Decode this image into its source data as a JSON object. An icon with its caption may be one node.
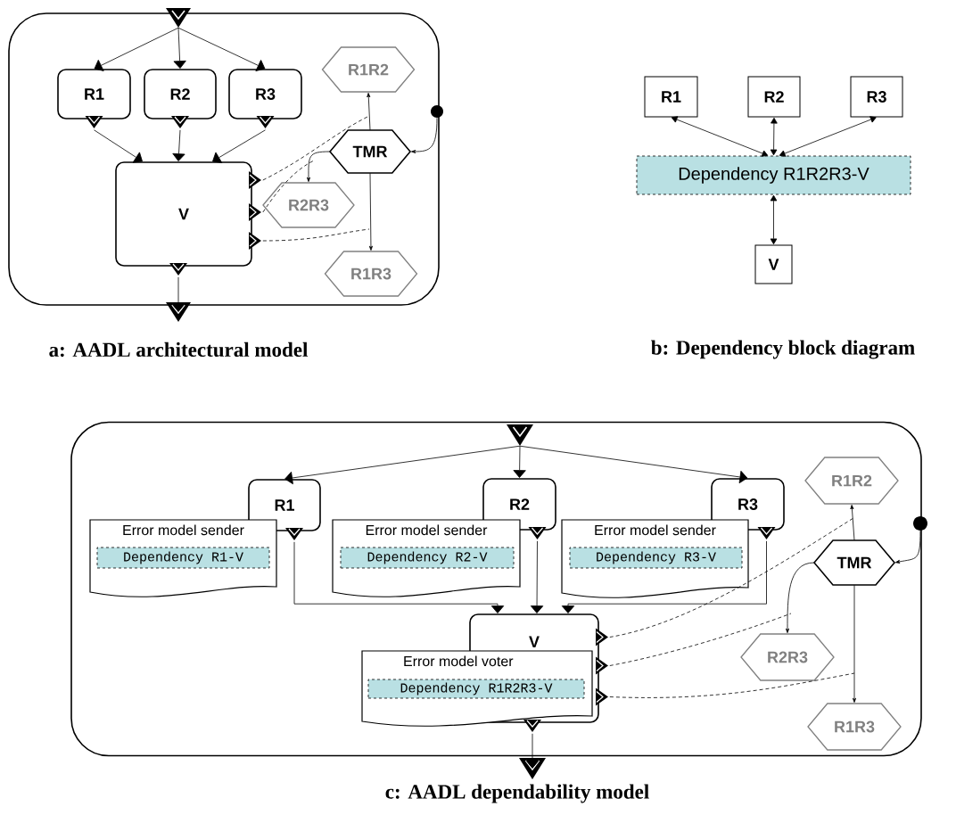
{
  "diagram": {
    "nodes": [
      {
        "text": [],
        "shape": "box"
      },
      {
        "text": [],
        "shape": "triangle"
      },
      {
        "text": [
          "R1"
        ],
        "in": 0
      },
      {
        "text": [
          "R2"
        ],
        "in": 0
      },
      {
        "text": [
          "R3"
        ],
        "in": 0
      },
      {
        "text": [
          "R1R2"
        ],
        "in": 0
      },
      {
        "text": [],
        "shape": "circle"
      },
      {
        "text": [
          "TMR"
        ],
        "in": 0
      },
      {
        "text": [
          "V"
        ],
        "in": 0
      },
      {
        "text": [
          "R2R3"
        ],
        "in": 0
      },
      {
        "text": [
          "R1R3"
        ],
        "in": 0
      },
      {
        "text": [],
        "shape": "triangle"
      },
      {
        "text": [
          "R1"
        ]
      },
      {
        "text": [
          "R2"
        ]
      },
      {
        "text": [
          "R3"
        ]
      },
      {
        "text": [
          "Dependency R1R2R3-V"
        ]
      },
      {
        "text": [
          "V"
        ]
      },
      {
        "text": [],
        "shape": "box"
      },
      {
        "text": [],
        "shape": "triangle",
        "in": 17
      },
      {
        "text": [
          "R1"
        ],
        "in": 17
      },
      {
        "text": [
          "Error model sender"
        ],
        "in": 17
      },
      {
        "text": [
          "Dependency R1-V"
        ],
        "in": 20
      },
      {
        "text": [
          "R2"
        ],
        "in": 17
      },
      {
        "text": [
          "Error model sender"
        ],
        "in": 17
      },
      {
        "text": [
          "Dependency R2-V"
        ],
        "in": 23
      },
      {
        "text": [
          "R3"
        ],
        "in": 17
      },
      {
        "text": [
          "Error model sender"
        ],
        "in": 17
      },
      {
        "text": [
          "Dependency R3-V"
        ],
        "in": 26
      },
      {
        "text": [
          "R1R2"
        ],
        "in": 17
      },
      {
        "text": [],
        "shape": "circle"
      },
      {
        "text": [
          "TMR"
        ],
        "in": 17
      },
      {
        "text": [
          "V"
        ],
        "in": 17
      },
      {
        "text": [
          "Error model voter"
        ],
        "in": 17
      },
      {
        "text": [
          "Dependency R1R2R3-V"
        ],
        "in": 32
      },
      {
        "text": [
          "R2R3"
        ],
        "in": 17
      },
      {
        "text": [
          "R1R3"
        ],
        "in": 17
      },
      {
        "text": [],
        "shape": "triangle"
      }
    ],
    "edges": [
      {
        "from": 1,
        "to": 2,
        "arrow": "to"
      },
      {
        "from": 1,
        "to": 3,
        "arrow": "to"
      },
      {
        "from": 1,
        "to": 4,
        "arrow": "to"
      },
      {
        "from": 2,
        "to": 8,
        "arrow": "to"
      },
      {
        "from": 3,
        "to": 8,
        "arrow": "to"
      },
      {
        "from": 4,
        "to": 8,
        "arrow": "to"
      },
      {
        "from": 8,
        "to": 11,
        "arrow": "to"
      },
      {
        "from": 6,
        "to": 7,
        "arrow": "to"
      },
      {
        "from": 7,
        "to": 5,
        "arrow": "to"
      },
      {
        "from": 7,
        "to": 9,
        "arrow": "to"
      },
      {
        "from": 7,
        "to": 10,
        "arrow": "to"
      },
      {
        "from": 8,
        "to": null,
        "arrow": "none",
        "style": "dashed"
      },
      {
        "from": 8,
        "to": null,
        "arrow": "none",
        "style": "dashed"
      },
      {
        "from": 8,
        "to": null,
        "arrow": "none",
        "style": "dashed"
      },
      {
        "from": 12,
        "to": 15,
        "arrow": "both"
      },
      {
        "from": 13,
        "to": 15,
        "arrow": "both"
      },
      {
        "from": 14,
        "to": 15,
        "arrow": "both"
      },
      {
        "from": 15,
        "to": 16,
        "arrow": "both"
      },
      {
        "from": 18,
        "to": 19,
        "arrow": "to"
      },
      {
        "from": 18,
        "to": 22,
        "arrow": "to"
      },
      {
        "from": 18,
        "to": 25,
        "arrow": "to"
      },
      {
        "from": 19,
        "to": 31,
        "arrow": "to"
      },
      {
        "from": 22,
        "to": 31,
        "arrow": "to"
      },
      {
        "from": 25,
        "to": 31,
        "arrow": "to"
      },
      {
        "from": 31,
        "to": 36,
        "arrow": "to"
      },
      {
        "from": 29,
        "to": 30,
        "arrow": "to"
      },
      {
        "from": 30,
        "to": 28,
        "arrow": "to"
      },
      {
        "from": 30,
        "to": 34,
        "arrow": "to"
      },
      {
        "from": 30,
        "to": 35,
        "arrow": "to"
      },
      {
        "from": 31,
        "to": null,
        "arrow": "none",
        "style": "dashed"
      },
      {
        "from": 31,
        "to": null,
        "arrow": "none",
        "style": "dashed"
      },
      {
        "from": 31,
        "to": null,
        "arrow": "none",
        "style": "dashed"
      }
    ],
    "labels": [
      "a: AADL architectural model",
      "b: Dependency block diagram",
      "c: AADL dependability model"
    ]
  }
}
